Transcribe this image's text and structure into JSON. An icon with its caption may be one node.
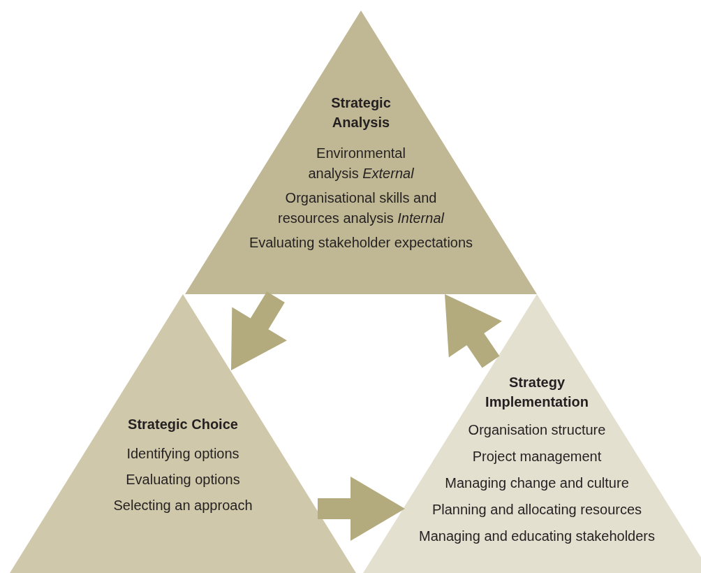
{
  "diagram": {
    "nodes": [
      {
        "text": [
          "Strategic Analysis",
          "Environmental analysis *External*",
          "Organisational skills and resources analysis *Internal*",
          "Evaluating stakeholder expectations"
        ]
      },
      {
        "text": [
          "Strategic Choice",
          "Identifying options",
          "Evaluating options",
          "Selecting an approach"
        ]
      },
      {
        "text": [
          "Strategy Implementation",
          "Organisation structure",
          "Project management",
          "Managing change and culture",
          "Planning and allocating resources",
          "Managing and educating stakeholders"
        ]
      }
    ],
    "edges": [
      {
        "from": 0,
        "to": 1,
        "arrow": "to"
      },
      {
        "from": 1,
        "to": 2,
        "arrow": "to"
      },
      {
        "from": 2,
        "to": 0,
        "arrow": "to"
      }
    ]
  }
}
